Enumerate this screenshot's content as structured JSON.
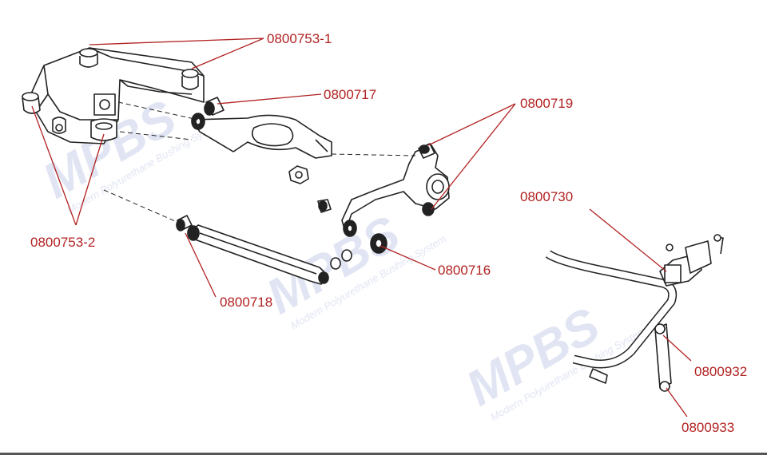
{
  "diagram": {
    "label_color": "#b22222",
    "leader_color": "#b22222",
    "line_art_color": "#222222",
    "watermark_color": "#c8d0ea",
    "part_numbers": {
      "subframe_front_mount": "0800753-1",
      "subframe_rear_mount": "0800753-2",
      "lower_arm_bush": "0800717",
      "knuckle_bushes": "0800719",
      "trailing_arm_bush": "0800716",
      "tie_rod_bush": "0800718",
      "sway_bar_bush": "0800730",
      "drop_link_upper": "0800932",
      "drop_link_lower": "0800933"
    },
    "watermark": {
      "logo": "MPBS",
      "tagline": "Modern Polyurethane Bushing System"
    }
  }
}
